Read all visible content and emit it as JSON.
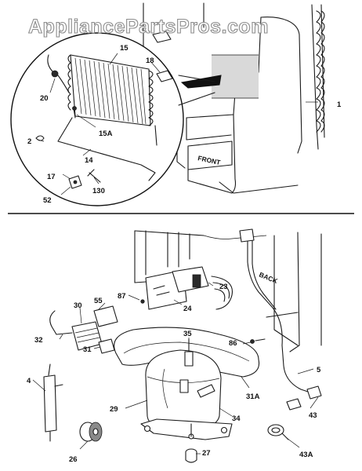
{
  "watermark": "AppliancePartsPros.com",
  "top_section": {
    "front_tag": "FRONT",
    "callouts": [
      "15",
      "18",
      "1",
      "20",
      "15A",
      "2",
      "14",
      "17",
      "130",
      "52"
    ]
  },
  "bottom_section": {
    "back_tag": "BACK",
    "callouts": [
      "87",
      "23",
      "55",
      "30",
      "24",
      "35",
      "86",
      "32",
      "31",
      "5",
      "4",
      "29",
      "34",
      "31A",
      "43",
      "26",
      "27",
      "43A"
    ]
  }
}
